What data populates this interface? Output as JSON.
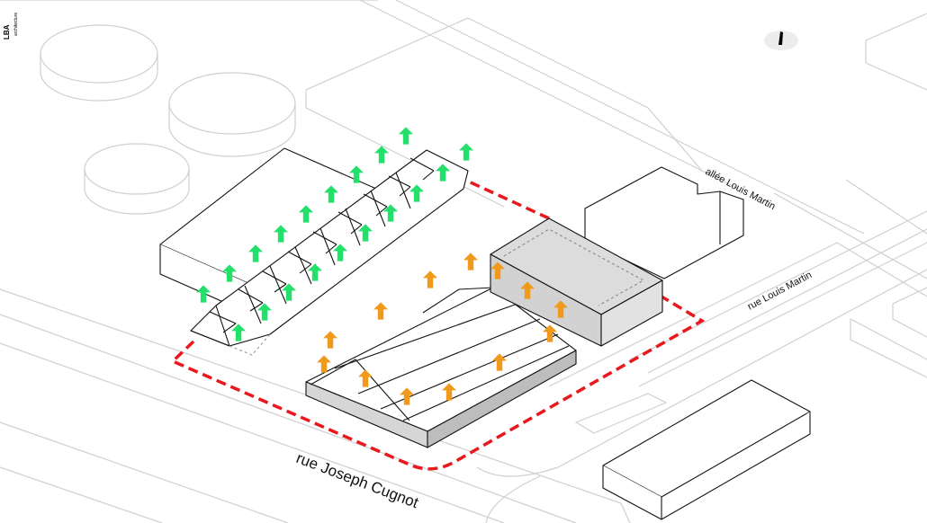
{
  "logo": {
    "main": "LBA",
    "sub": "architecture"
  },
  "streets": {
    "joseph_cugnot": "rue Joseph Cugnot",
    "louis_martin_rue": "rue Louis Martin",
    "louis_martin_allee": "allée Louis Martin"
  },
  "colors": {
    "site_boundary": "#e8181c",
    "arrow_green": "#22e06a",
    "arrow_orange": "#f09a1c",
    "context_lines": "#cfcfcf",
    "building_grey": "#dcdcdc"
  },
  "icons": [
    "north-arrow-icon"
  ]
}
